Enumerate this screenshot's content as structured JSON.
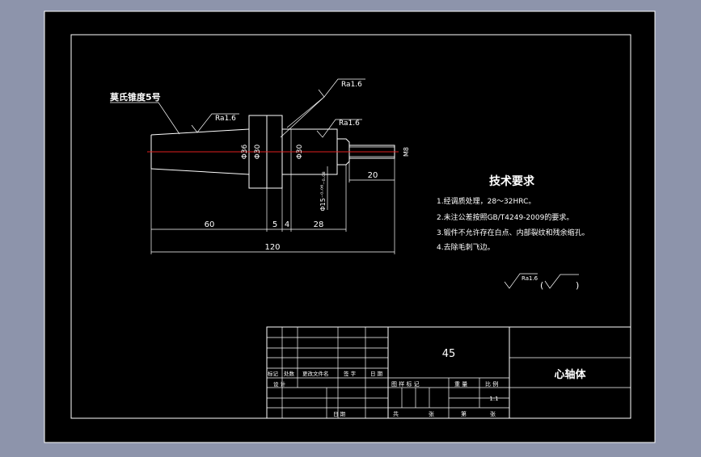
{
  "drawing": {
    "taper_label": "莫氏锥度5号",
    "roughness": [
      "Ra1.6",
      "Ra1.6",
      "Ra1.6"
    ],
    "diameters": [
      "Φ36",
      "Φ30",
      "Φ30",
      "Φ15⁻⁰·⁰⁶₋₀.₀₈",
      "M8"
    ],
    "dims": [
      "60",
      "5",
      "4",
      "28",
      "20",
      "120"
    ]
  },
  "requirements": {
    "title": "技术要求",
    "items": [
      "1.经调质处理，28～32HRC。",
      "2.未注公差按照GB/T4249-2009的要求。",
      "3.锻件不允许存在白点、内部裂纹和残余缩孔。",
      "4.去除毛刺飞边。"
    ],
    "general_roughness": "Ra1.6",
    "open_paren": "(",
    "close_paren": ")"
  },
  "title_block": {
    "material": "45",
    "part_name": "心轴体",
    "rev_headers": [
      "标记",
      "处数",
      "更改文件名",
      "签 字",
      "日 期"
    ],
    "design": "设 计",
    "date": "日 期",
    "stage_headers": [
      "图 样 标 记",
      "重 量",
      "比 例"
    ],
    "scale": "1:1",
    "total": "共",
    "sheet": "张",
    "page": "第",
    "sheet2": "张"
  }
}
